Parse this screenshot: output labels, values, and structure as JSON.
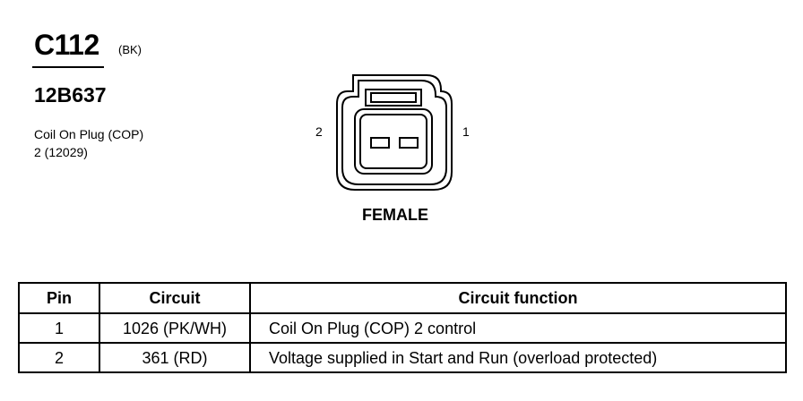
{
  "connector": {
    "id": "C112",
    "color": "(BK)",
    "part_number": "12B637",
    "description_line1": "Coil On Plug (COP)",
    "description_line2": "2 (12029)",
    "gender": "FEMALE",
    "pin_labels": {
      "left": "2",
      "right": "1"
    }
  },
  "table": {
    "headers": [
      "Pin",
      "Circuit",
      "Circuit function"
    ],
    "rows": [
      {
        "pin": "1",
        "circuit": "1026 (PK/WH)",
        "function": "Coil On Plug (COP) 2  control"
      },
      {
        "pin": "2",
        "circuit": "361 (RD)",
        "function": "Voltage supplied in Start and Run (overload protected)"
      }
    ]
  }
}
